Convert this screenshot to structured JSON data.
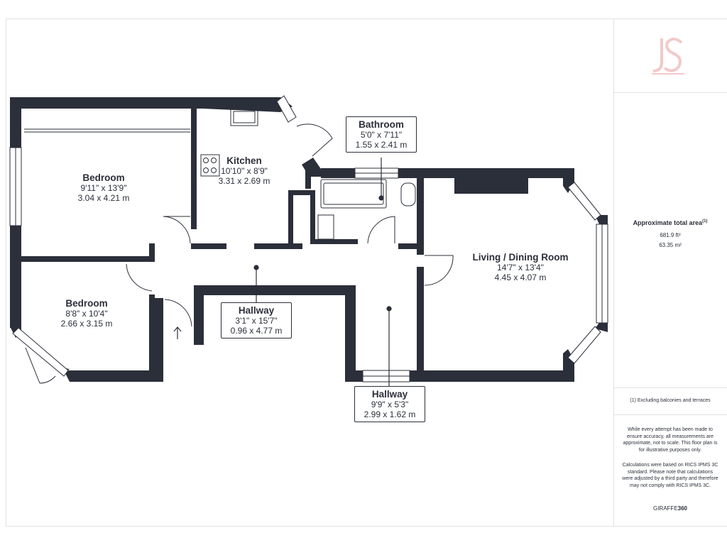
{
  "rooms": [
    {
      "id": "bedroom-1",
      "name": "Bedroom",
      "imperial": "9'11\" x 13'9\"",
      "metric": "3.04 x 4.21 m"
    },
    {
      "id": "bedroom-2",
      "name": "Bedroom",
      "imperial": "8'8\" x 10'4\"",
      "metric": "2.66 x 3.15 m"
    },
    {
      "id": "kitchen",
      "name": "Kitchen",
      "imperial": "10'10\" x 8'9\"",
      "metric": "3.31 x 2.69 m"
    },
    {
      "id": "bathroom",
      "name": "Bathroom",
      "imperial": "5'0\" x 7'11\"",
      "metric": "1.55 x 2.41 m"
    },
    {
      "id": "living",
      "name": "Living / Dining Room",
      "imperial": "14'7\" x 13'4\"",
      "metric": "4.45 x 4.07 m"
    },
    {
      "id": "hallway-1",
      "name": "Hallway",
      "imperial": "3'1\" x 15'7\"",
      "metric": "0.96 x 4.77 m"
    },
    {
      "id": "hallway-2",
      "name": "Hallway",
      "imperial": "9'9\" x 5'3\"",
      "metric": "2.99 x 1.62 m"
    }
  ],
  "sidebar": {
    "logo_text": "JS",
    "area_title": "Approximate total area",
    "area_title_sup": "(1)",
    "area_sqft": "681.9 ft²",
    "area_sqm": "63.35 m²",
    "footnote": "(1) Excluding balconies and terraces",
    "disclaimer_1": "While every attempt has been made to ensure accuracy, all measurements are approximate, not to scale. This floor plan is for illustrative purposes only.",
    "disclaimer_2": "Calculations were based on RICS IPMS 3C standard. Please note that calculations were adjusted by a third party and therefore may not comply with RICS IPMS 3C.",
    "brand_light": "GIRAFFE",
    "brand_bold": "360"
  },
  "colors": {
    "wall": "#2b2f3a",
    "logo": "#f2c9c9",
    "line": "#e2e2e2"
  }
}
